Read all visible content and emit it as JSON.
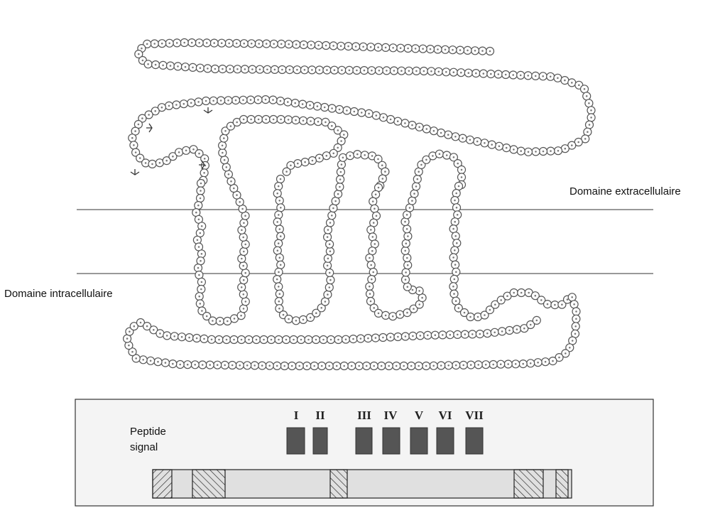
{
  "labels": {
    "extracellular": "Domaine extracellulaire",
    "intracellular": "Domaine intracellulaire",
    "peptide_line1": "Peptide",
    "peptide_line2": "signal"
  },
  "segments": [
    "I",
    "II",
    "III",
    "IV",
    "V",
    "VI",
    "VII"
  ],
  "colors": {
    "bead_stroke": "#555555",
    "tm_box": "#555555",
    "bar_fill": "#e0e0e0",
    "membrane_line": "#333333"
  }
}
